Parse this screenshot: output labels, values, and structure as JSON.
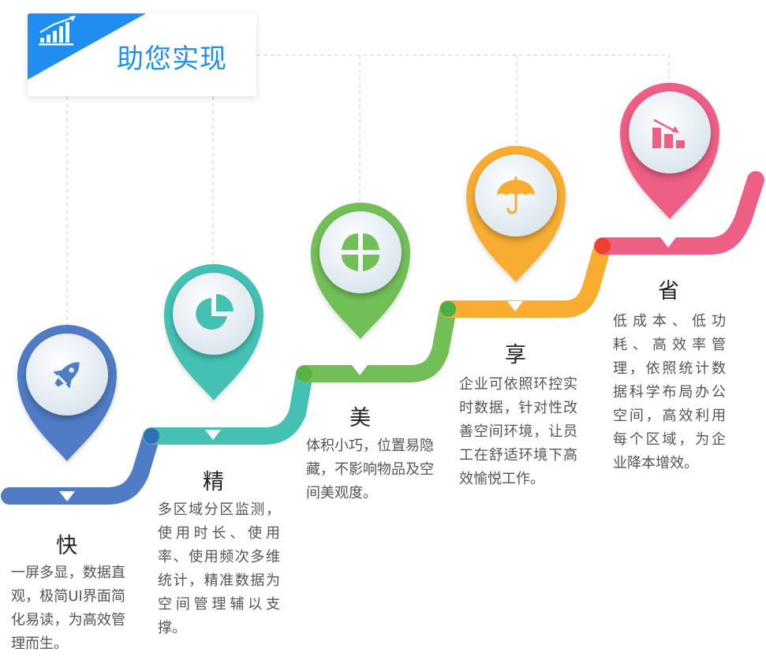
{
  "title": "助您实现",
  "colors": {
    "title_blue": "#1f8ef0",
    "step_blue": "#4f7cc4",
    "step_teal": "#45c1b4",
    "step_green": "#72bf58",
    "step_orange": "#f8ad30",
    "step_pink": "#ed5f84"
  },
  "steps": [
    {
      "title": "快",
      "desc": "一屏多显，数据直观，极简UI界面简化易读，为高效管理而生。",
      "icon": "rocket-icon",
      "color": "#4f7cc4",
      "dot": "#4f7cc4"
    },
    {
      "title": "精",
      "desc": "多区域分区监测，使用时长、使用率、使用频次多维统计，精准数据为空间管理辅以支撑。",
      "icon": "pie-chart-icon",
      "color": "#45c1b4",
      "dot": "#2f6fb8"
    },
    {
      "title": "美",
      "desc": "体积小巧，位置易隐藏，不影响物品及空间美观度。",
      "icon": "four-leaf-icon",
      "color": "#72bf58",
      "dot": "#5ab347"
    },
    {
      "title": "享",
      "desc": "企业可依照环控实时数据，针对性改善空间环境，让员工在舒适环境下高效愉悦工作。",
      "icon": "umbrella-icon",
      "color": "#f8ad30",
      "dot": "#49ad4c"
    },
    {
      "title": "省",
      "desc": "低成本、低功耗、高效率管理，依照统计数据科学布局办公空间，高效利用每个区域，为企业降本增效。",
      "icon": "bar-chart-down-icon",
      "color": "#ed5f84",
      "dot": "#ee3f2f"
    }
  ]
}
